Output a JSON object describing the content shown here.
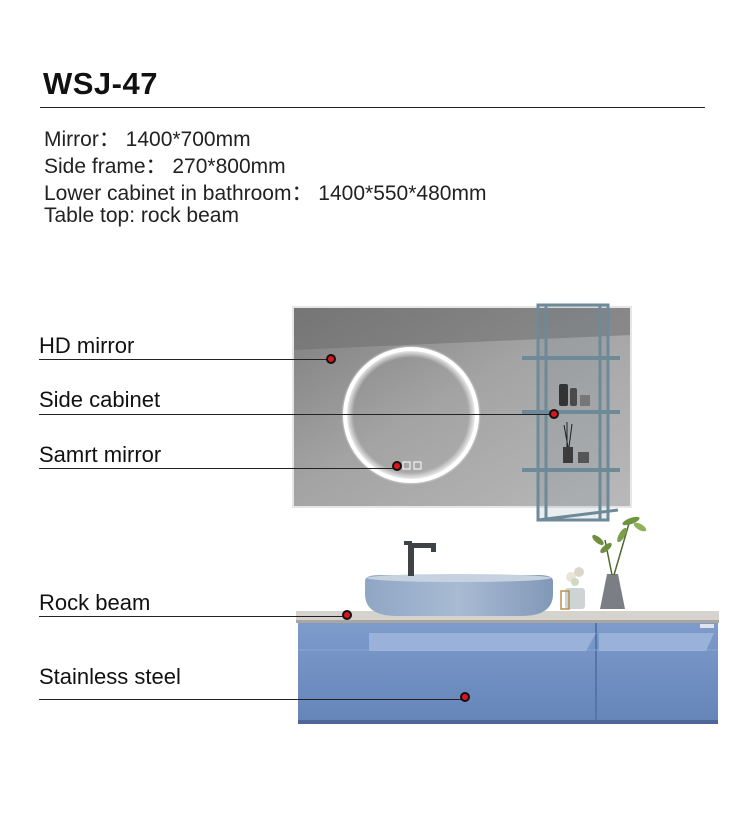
{
  "title": "WSJ-47",
  "specs": [
    "Mirror： 1400*700mm",
    "Side frame： 270*800mm",
    "Lower cabinet in bathroom： 1400*550*480mm",
    "Table top: rock beam"
  ],
  "callouts": {
    "hd_mirror": "HD mirror",
    "side_cabinet": "Side cabinet",
    "smart_mirror": "Samrt mirror",
    "rock_beam": "Rock beam",
    "stainless_steel": "Stainless steel"
  },
  "colors": {
    "cabinet_blue": "#6f8fc0",
    "accent_red": "#e0141c",
    "frame_steel": "#6e8a98",
    "mirror_grey": "#9a9a9a"
  }
}
